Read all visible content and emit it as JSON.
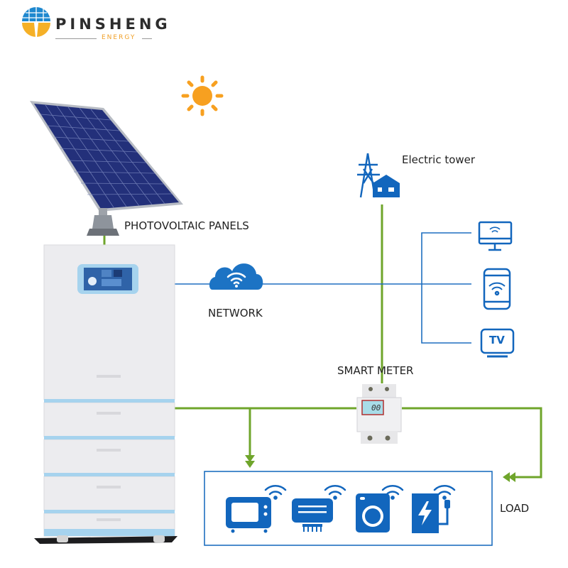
{
  "brand": {
    "name": "PINSHENG",
    "subtitle": "ENERGY",
    "colors": {
      "blue": "#1a78c8",
      "orange": "#f5a623",
      "text": "#2c2c2c"
    }
  },
  "diagram": {
    "nodes": {
      "sun": {
        "icon": "sun-icon",
        "color": "#f7a020"
      },
      "pv": {
        "label": "PHOTOVOLTAIC PANELS",
        "icon": "solar-panel-icon"
      },
      "tower": {
        "label": "Electric tower",
        "icon": "electric-tower-house-icon"
      },
      "network": {
        "label": "NETWORK",
        "icon": "wifi-cloud-icon"
      },
      "meter": {
        "label": "SMART METER",
        "icon": "smart-meter-icon",
        "display": "00"
      },
      "storage": {
        "icon": "battery-storage-cabinet-icon"
      },
      "devices": [
        {
          "icon": "monitor-wifi-icon"
        },
        {
          "icon": "phone-wifi-icon"
        },
        {
          "icon": "tv-icon",
          "text": "TV"
        }
      ],
      "load": {
        "label": "LOAD",
        "appliances": [
          {
            "icon": "microwave-icon"
          },
          {
            "icon": "air-conditioner-icon"
          },
          {
            "icon": "washing-machine-icon"
          },
          {
            "icon": "ev-charger-icon"
          }
        ]
      }
    },
    "colors": {
      "power_line": "#6fa52b",
      "data_line": "#1f6fc0",
      "icon_blue": "#1266bd",
      "cabinet": "#ececef",
      "cabinet_trim": "#a6d3ee"
    }
  }
}
